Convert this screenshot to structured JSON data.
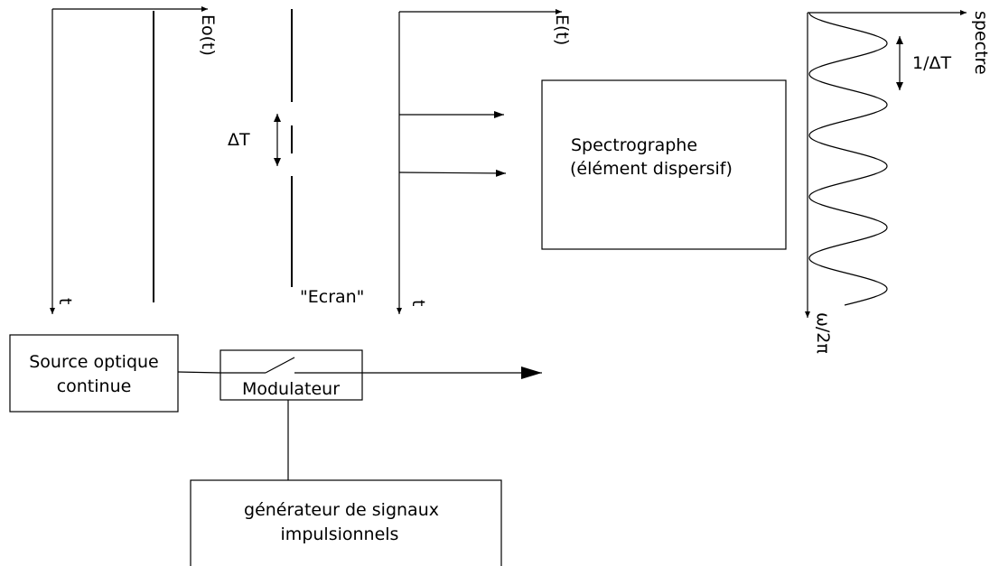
{
  "axes": {
    "eo_label": "Eo(t)",
    "eo_time_label": "t",
    "e_label": "E(t)",
    "e_time_label": "t",
    "spectrum_label": "spectre",
    "frequency_label": "ω/2π"
  },
  "screen": {
    "label": "\"Ecran\"",
    "gap_label": "ΔT"
  },
  "spectrograph": {
    "line1": "Spectrographe",
    "line2": "(élément dispersif)"
  },
  "spectrum": {
    "spacing_label": "1/ΔT"
  },
  "source": {
    "line1": "Source optique",
    "line2": "continue"
  },
  "modulator": {
    "label": "Modulateur"
  },
  "generator": {
    "line1": "générateur de signaux",
    "line2": "impulsionnels"
  }
}
